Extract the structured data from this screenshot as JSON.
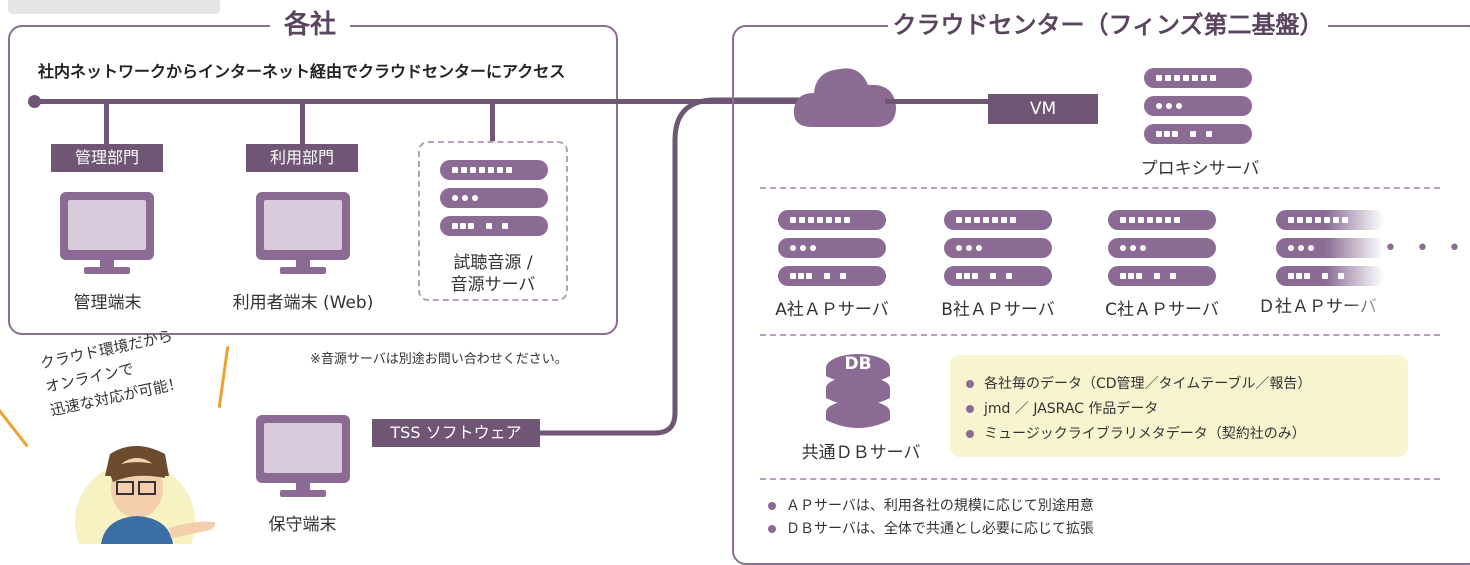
{
  "left_panel": {
    "title": "各社",
    "subtitle": "社内ネットワークからインターネット経由でクラウドセンターにアクセス",
    "dept_admin": "管理部門",
    "dept_user": "利用部門",
    "admin_terminal": "管理端末",
    "user_terminal": "利用者端末 (Web)",
    "audio_server_line1": "試聴音源 /",
    "audio_server_line2": "音源サーバ"
  },
  "note": "※音源サーバは別途お問い合わせください。",
  "maintenance": {
    "software": "TSS ソフトウェア",
    "terminal": "保守端末"
  },
  "speech": {
    "line1": "クラウド環境だから",
    "line2": "オンラインで",
    "line3": "迅速な対応が可能！"
  },
  "right_panel": {
    "title": "クラウドセンター（フィンズ第二基盤）",
    "vm": "VM",
    "proxy": "プロキシサーバ",
    "ap_servers": [
      "A社ＡＰサーバ",
      "B社ＡＰサーバ",
      "C社ＡＰサーバ",
      "Ｄ社ＡＰサーバ"
    ],
    "db_label": "DB",
    "db_server": "共通ＤＢサーバ",
    "db_items": [
      "各社毎のデータ（CD管理／タイムテーブル／報告）",
      "jmd ／ JASRAC 作品データ",
      "ミュージックライブラリメタデータ（契約社のみ）"
    ],
    "notes": [
      "ＡＰサーバは、利用各社の規模に応じて別途用意",
      "ＤＢサーバは、全体で共通とし必要に応じて拡張"
    ]
  },
  "colors": {
    "accent": "#6e5674",
    "server": "#8b6b94",
    "db_box": "#f8f4cf"
  }
}
